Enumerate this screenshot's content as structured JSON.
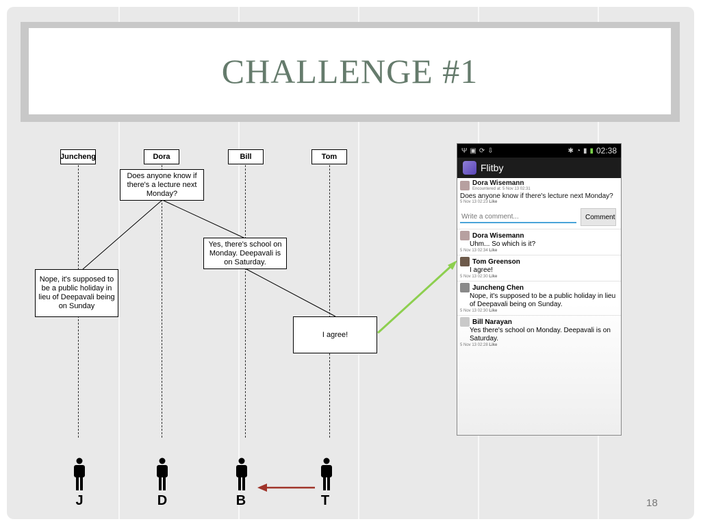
{
  "slide": {
    "title": "CHALLENGE #1",
    "page_number": "18"
  },
  "diagram": {
    "participants": [
      {
        "name": "Juncheng",
        "initial": "J"
      },
      {
        "name": "Dora",
        "initial": "D"
      },
      {
        "name": "Bill",
        "initial": "B"
      },
      {
        "name": "Tom",
        "initial": "T"
      }
    ],
    "messages": {
      "dora_question": "Does anyone know if there's a lecture next Monday?",
      "juncheng_reply": "Nope, it's supposed to be a public holiday in lieu of Deepavali being on Sunday",
      "bill_reply": "Yes, there's school on Monday. Deepavali is on Saturday.",
      "tom_reply": "I agree!"
    }
  },
  "phone": {
    "status_time": "02:38",
    "app_title": "Flitby",
    "post": {
      "author": "Dora Wisemann",
      "encountered_label": "Encountered at:",
      "encountered_date": "5 Nov 13 02:31",
      "text": "Does anyone know if there's lecture next Monday?",
      "timestamp": "5 Nov 13 02:23",
      "like": "Like"
    },
    "comment_placeholder": "Write a comment...",
    "comment_button": "Comment",
    "comments": [
      {
        "author": "Dora Wisemann",
        "text": "Uhm... So which is it?",
        "timestamp": "5 Nov 13 02:34",
        "like": "Like"
      },
      {
        "author": "Tom Greenson",
        "text": "I agree!",
        "timestamp": "5 Nov 13 02:30",
        "like": "Like"
      },
      {
        "author": "Juncheng Chen",
        "text": "Nope, it's supposed to be a public holiday in lieu of Deepavali being on Sunday.",
        "timestamp": "5 Nov 13 02:30",
        "like": "Like"
      },
      {
        "author": "Bill Narayan",
        "text": "Yes there's school on Monday. Deepavali is on Saturday.",
        "timestamp": "5 Nov 13 02:28",
        "like": "Like"
      }
    ]
  },
  "colors": {
    "title": "#657b6c",
    "green_arrow": "#8dcf4f",
    "red_arrow": "#a0342a"
  }
}
